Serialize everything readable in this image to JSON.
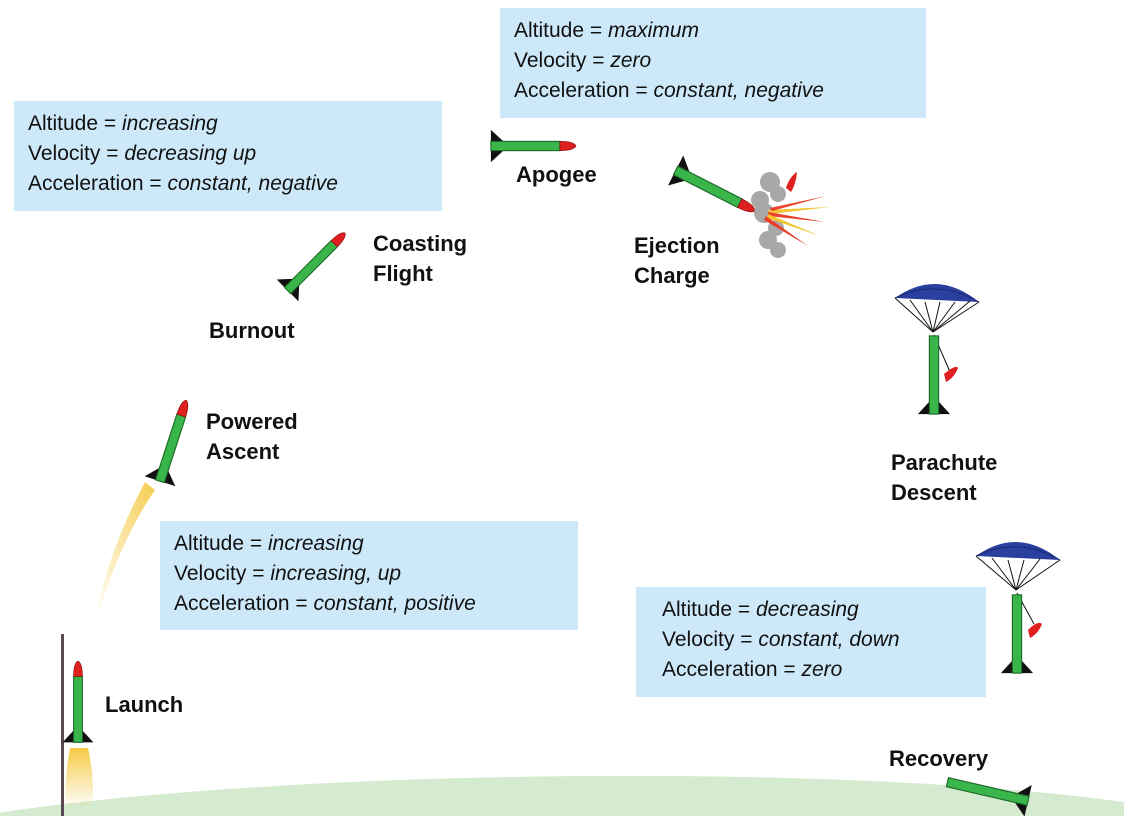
{
  "colors": {
    "background": "#ffffff",
    "ground": "#d5ebcf",
    "info_box": "#cde9f9",
    "rocket_body": "#3ab54a",
    "rocket_nose": "#e02020",
    "rocket_fins": "#111111",
    "parachute": "#2b3f9e",
    "launch_rod": "#5a4a55",
    "exhaust": "#f4c430"
  },
  "stages": {
    "launch": "Launch",
    "powered_ascent": [
      "Powered",
      "Ascent"
    ],
    "burnout": "Burnout",
    "coasting_flight": [
      "Coasting",
      "Flight"
    ],
    "apogee": "Apogee",
    "ejection_charge": [
      "Ejection",
      "Charge"
    ],
    "parachute_descent": [
      "Parachute",
      "Descent"
    ],
    "recovery": "Recovery"
  },
  "info_boxes": {
    "coasting": {
      "altitude_label": "Altitude = ",
      "altitude_value": "increasing",
      "velocity_label": "Velocity = ",
      "velocity_value": "decreasing up",
      "acceleration_label": "Acceleration = ",
      "acceleration_value": "constant, negative"
    },
    "apogee": {
      "altitude_label": "Altitude = ",
      "altitude_value": "maximum",
      "velocity_label": "Velocity = ",
      "velocity_value": "zero",
      "acceleration_label": "Acceleration = ",
      "acceleration_value": "constant, negative"
    },
    "powered": {
      "altitude_label": "Altitude = ",
      "altitude_value": "increasing",
      "velocity_label": "Velocity = ",
      "velocity_value": "increasing, up",
      "acceleration_label": "Acceleration = ",
      "acceleration_value": "constant, positive"
    },
    "descent": {
      "altitude_label": "Altitude = ",
      "altitude_value": "decreasing",
      "velocity_label": "Velocity = ",
      "velocity_value": "constant, down",
      "acceleration_label": "Acceleration = ",
      "acceleration_value": "zero"
    }
  }
}
